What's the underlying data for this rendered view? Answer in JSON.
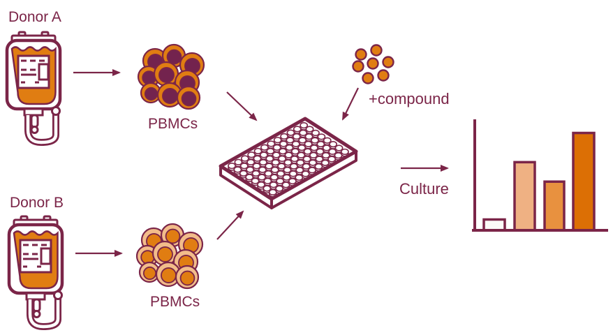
{
  "palette": {
    "maroon": "#7B2548",
    "nucleus_purple": "#73234E",
    "orange": "#E07D12",
    "peach": "#F2BC8A",
    "white": "#FFFFFF"
  },
  "labels": {
    "donor_a": "Donor A",
    "donor_b": "Donor B",
    "pbmcs_a": "PBMCs",
    "pbmcs_b": "PBMCs",
    "compound": "+compound",
    "culture": "Culture"
  },
  "plate": {
    "rows": 8,
    "cols": 12,
    "well_count": 96
  },
  "clusters": {
    "donor_a": {
      "cytoplasm": "#E07D12",
      "nucleus": "#73234E",
      "cell_count": 9
    },
    "donor_b": {
      "cytoplasm": "#F2BC8A",
      "nucleus": "#E07D12",
      "cell_count": 9
    }
  },
  "compound": {
    "dot_count": 7,
    "dot_color": "#E07D12"
  },
  "chart_data": {
    "type": "bar",
    "categories": [
      "",
      "",
      "",
      ""
    ],
    "values": [
      10,
      63,
      45,
      90
    ],
    "units": "relative bar height, % of y-axis",
    "bar_colors": [
      "#FBFAF8",
      "#EFB183",
      "#E8913F",
      "#DC6F05"
    ],
    "title": "",
    "xlabel": "",
    "ylabel": "",
    "ylim": [
      0,
      100
    ],
    "grid": false,
    "legend": false,
    "axis_color": "#7B2548"
  }
}
